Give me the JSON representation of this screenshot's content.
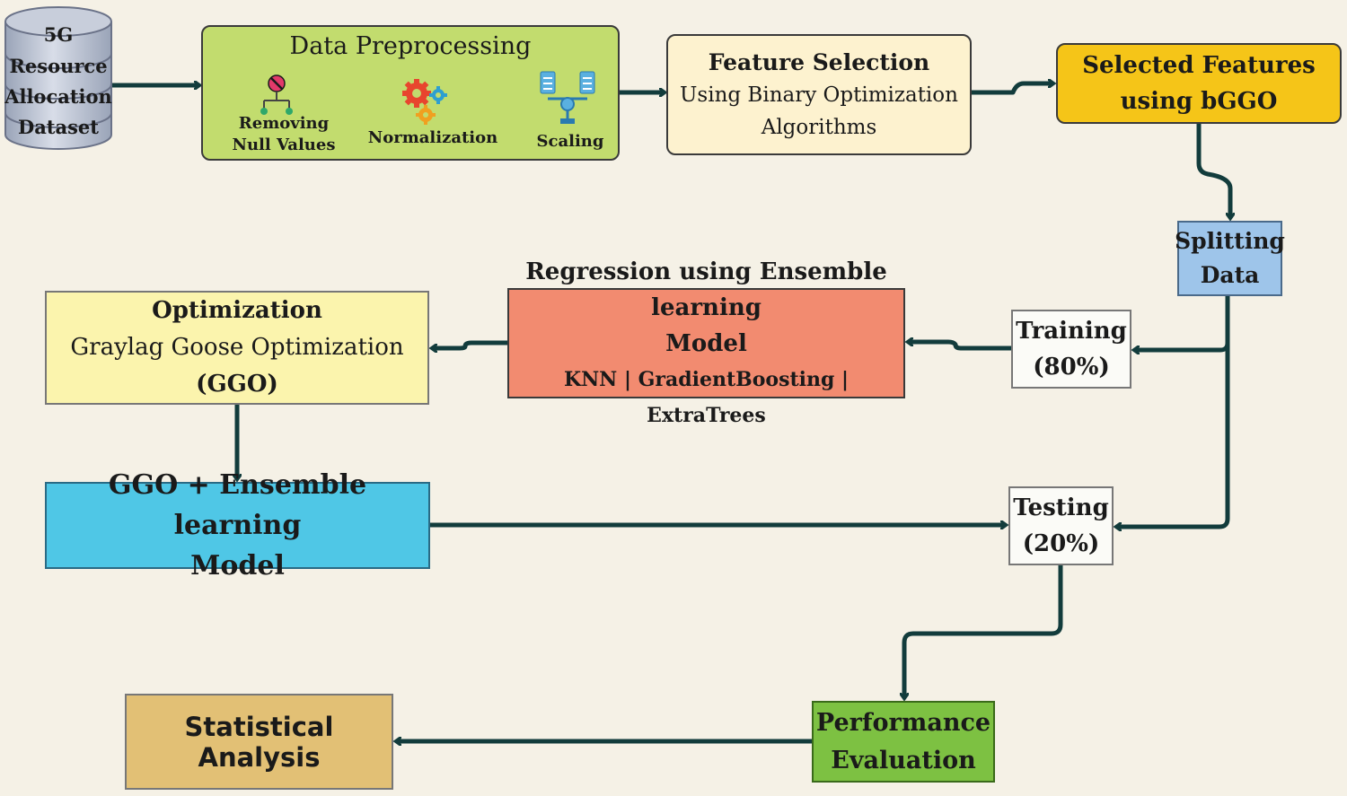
{
  "dataset": {
    "lines": [
      "5G",
      "Resource",
      "Allocation",
      "Dataset"
    ]
  },
  "preprocessing": {
    "title": "Data Preprocessing",
    "items": [
      {
        "label_line1": "Removing",
        "label_line2": "Null Values",
        "icon": "hierarchy-null-icon"
      },
      {
        "label_line1": "Normalization",
        "label_line2": "",
        "icon": "gears-icon"
      },
      {
        "label_line1": "Scaling",
        "label_line2": "",
        "icon": "scaling-servers-icon"
      }
    ]
  },
  "feature_selection": {
    "title": "Feature Selection",
    "line2": "Using Binary Optimization",
    "line3": "Algorithms"
  },
  "selected_features": {
    "line1": "Selected Features",
    "line2": "using bGGO"
  },
  "splitting": {
    "line1": "Splitting",
    "line2": "Data"
  },
  "training": {
    "line1": "Training",
    "line2": "(80%)"
  },
  "regression": {
    "line1": "Regression using Ensemble learning",
    "line2": "Model",
    "line3": "KNN | GradientBoosting | ExtraTrees"
  },
  "optimization": {
    "title": "Optimization",
    "line2": "Graylag Goose Optimization",
    "line3": "(GGO)"
  },
  "ggo_model": {
    "line1": "GGO + Ensemble learning",
    "line2": "Model"
  },
  "testing": {
    "line1": "Testing",
    "line2": "(20%)"
  },
  "performance": {
    "line1": "Performance",
    "line2": "Evaluation"
  },
  "statistical": {
    "label": "Statistical Analysis"
  },
  "colors": {
    "background": "#f5f1e6",
    "preprocessing": "#c2dc6e",
    "feature_selection": "#fdf2cf",
    "selected_features": "#f5c518",
    "splitting": "#9ec5ea",
    "regression": "#f28b70",
    "optimization": "#fbf4ad",
    "ggo_model": "#4fc7e6",
    "performance": "#7dc142",
    "statistical": "#e2c075",
    "arrow": "#123c3c"
  }
}
